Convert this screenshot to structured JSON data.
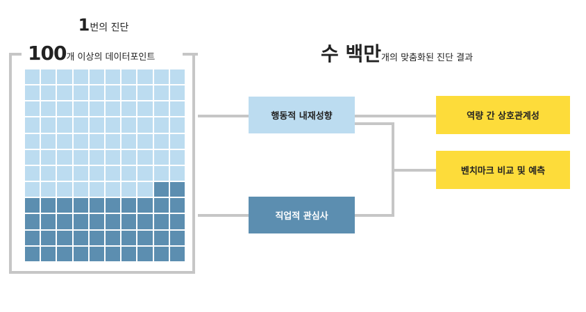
{
  "heading_left": {
    "count": "1",
    "text": "번의 진단"
  },
  "heading_datapoints": {
    "count": "100",
    "text": "개 이상의 데이터포인트"
  },
  "heading_right": {
    "big": "수 백만",
    "text": "개의 맞춤화된 진단 결과"
  },
  "waffle": {
    "rows": 12,
    "cols": 10,
    "total": 120,
    "light_count": 78,
    "dark_count": 42,
    "colors": {
      "light": "#bcdcf0",
      "dark": "#5c8eb0"
    }
  },
  "nodes": {
    "behavioral": "행동적 내재성향",
    "vocational": "직업적 관심사",
    "result_competency": "역량 간 상호관계성",
    "result_benchmark": "벤치마크 비교 및 예측"
  },
  "colors": {
    "accent_yellow": "#fddc3a",
    "connector": "#c6c6c6"
  }
}
